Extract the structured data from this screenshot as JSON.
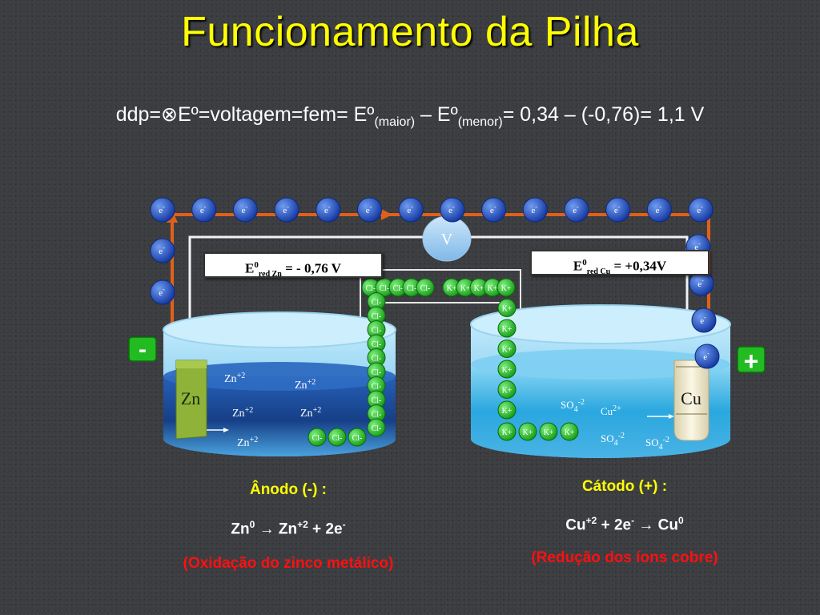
{
  "title": "Funcionamento da Pilha",
  "formula": {
    "part1": "ddp=",
    "symbol": "⊗",
    "part2": "Eº=voltagem=fem= Eº",
    "sub_maior": "(maior)",
    "part3": " – Eº",
    "sub_menor": "(menor)",
    "part4": "= 0,34 – (-0,76)= 1,1 V"
  },
  "electron_label": "e-",
  "electron_base": "e",
  "electron_sup": "-",
  "voltmeter_label": "V",
  "left_potential": {
    "E": "E",
    "sup": "0",
    "sub": "red Zn",
    "value": " = - 0,76 V"
  },
  "right_potential": {
    "E": "E",
    "sup": "0",
    "sub": "red Cu",
    "value": " = +0,34V"
  },
  "minus_sign": "-",
  "plus_sign": "+",
  "zinc_label": "Zn",
  "copper_label": "Cu",
  "zinc_ion_base": "Zn",
  "zinc_ion_charge": "+2",
  "copper_ion_base": "Cu",
  "copper_ion_charge": "2+",
  "sulfate_base": "SO",
  "sulfate_sub": "4",
  "sulfate_charge": "-2",
  "chloride_label": "Cl-",
  "potassium_label": "K+",
  "anode": {
    "heading": "Ânodo (-) :",
    "eq_zn0": "Zn",
    "eq_zn0_sup": "0",
    "eq_arrow": "→",
    "eq_zn2": "Zn",
    "eq_zn2_sup": "+2",
    "eq_plus": " + 2e",
    "eq_e_sup": "-",
    "note": "(Oxidação do zinco metálico)"
  },
  "cathode": {
    "heading": "Cátodo (+) :",
    "eq_cu2": "Cu",
    "eq_cu2_sup": "+2",
    "eq_plus": " + 2e",
    "eq_e_sup": "-",
    "eq_arrow": "→",
    "eq_cu0": "Cu",
    "eq_cu0_sup": "0",
    "note": "(Redução dos íons cobre)"
  },
  "colors": {
    "title": "#ffff00",
    "electron": "#1f52c9",
    "wire_arrow": "#e0601a",
    "ion_bead": "#22cc22",
    "minus_badge": "#22bb22",
    "zinc_electrode": "#8fb339",
    "copper_electrode": "#f0ead0",
    "note_text": "#ff1010"
  }
}
